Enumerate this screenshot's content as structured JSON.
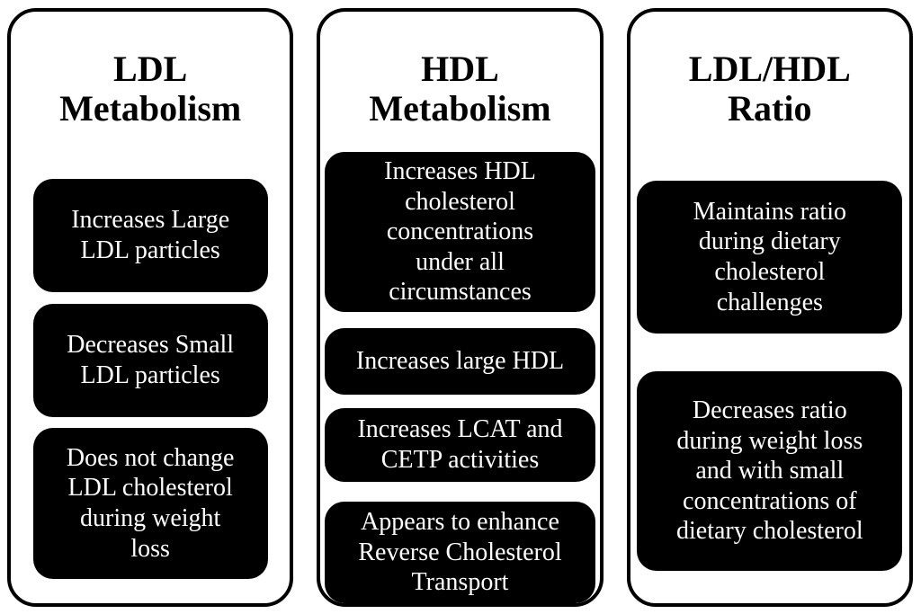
{
  "figure": {
    "description": "Three-panel summary diagram of lipoprotein effects",
    "colors": {
      "background": "#ffffff",
      "panel_border": "#000000",
      "item_background": "#000000",
      "item_text": "#ffffff",
      "title_text": "#000000"
    },
    "columns": [
      {
        "title": "LDL\nMetabolism",
        "items": [
          "Increases Large\nLDL particles",
          "Decreases Small\nLDL particles",
          "Does not change\nLDL cholesterol\nduring weight\nloss"
        ]
      },
      {
        "title": "HDL\nMetabolism",
        "items": [
          "Increases HDL\ncholesterol\nconcentrations\nunder all\ncircumstances",
          "Increases large HDL",
          "Increases LCAT and\nCETP activities",
          "Appears to enhance\nReverse Cholesterol\nTransport"
        ]
      },
      {
        "title": "LDL/HDL\nRatio",
        "items": [
          "Maintains ratio\nduring dietary\ncholesterol\nchallenges",
          "Decreases ratio\nduring weight loss\nand with small\nconcentrations of\ndietary cholesterol"
        ]
      }
    ]
  }
}
